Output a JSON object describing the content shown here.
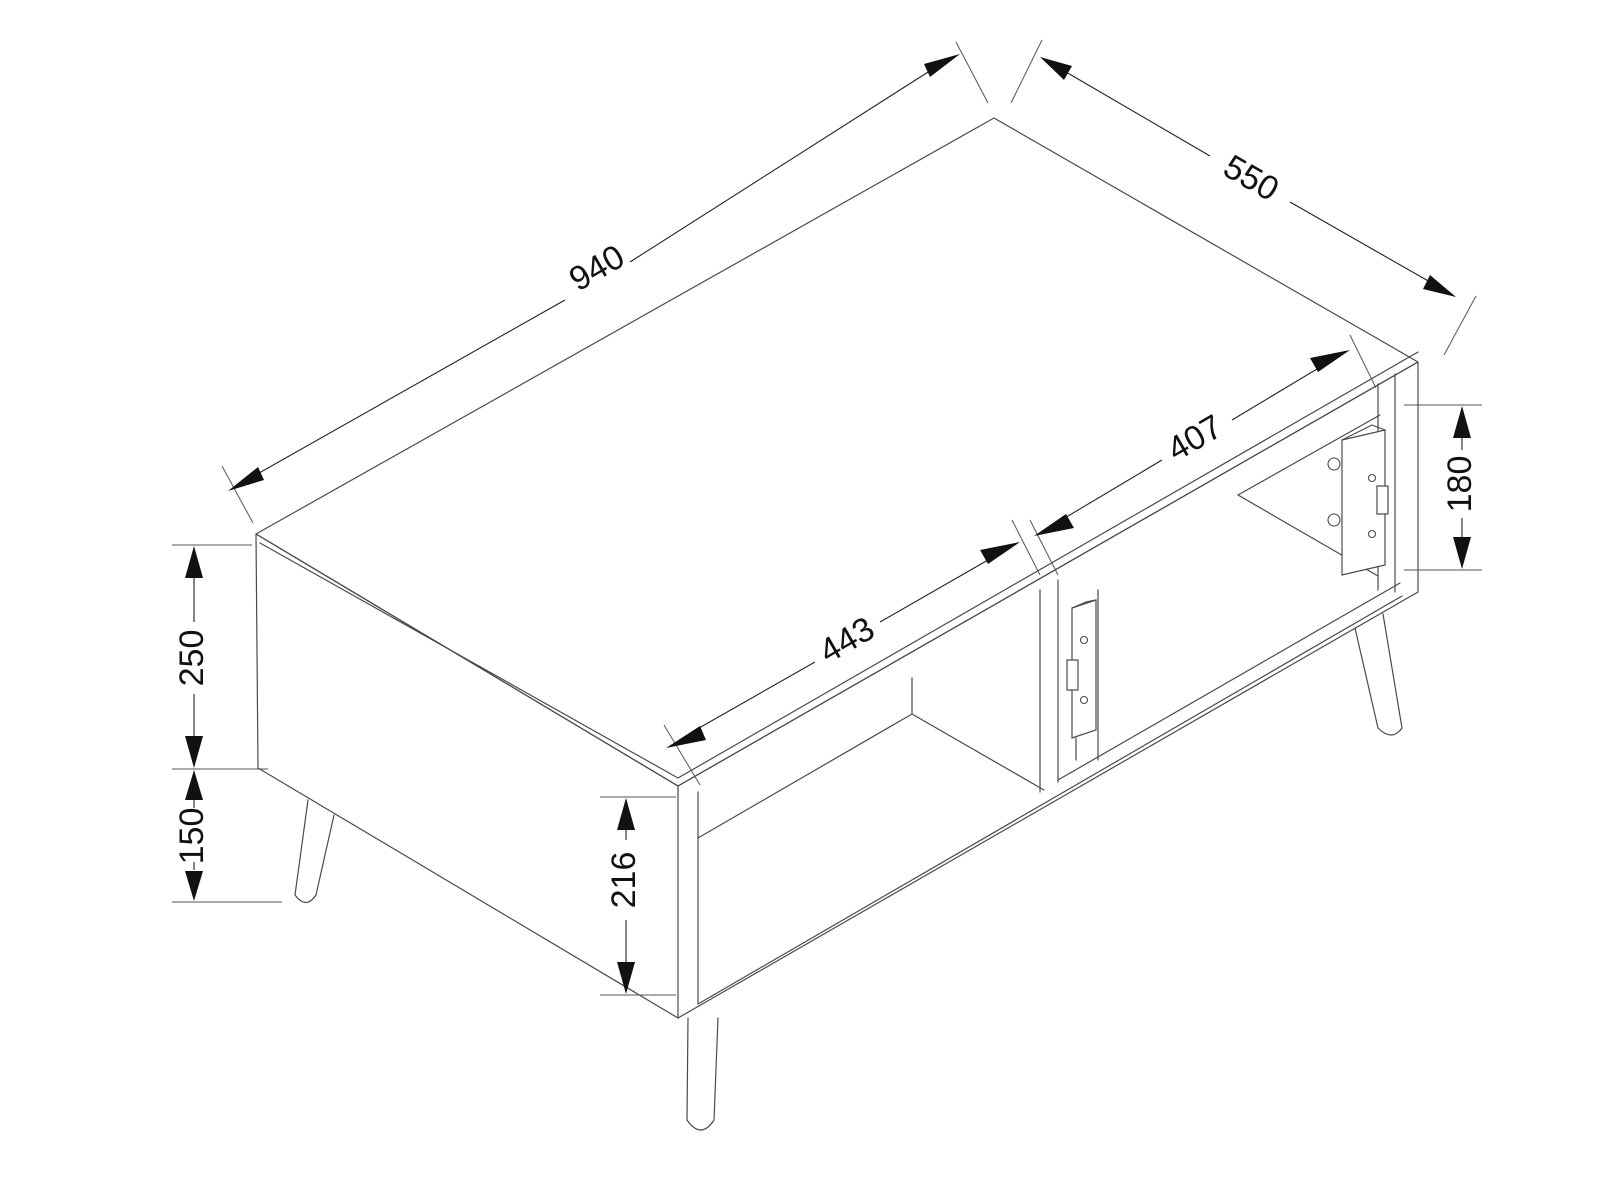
{
  "dimensions": {
    "length": "940",
    "depth": "550",
    "drawer_left": "443",
    "drawer_right": "407",
    "drawer_height": "180",
    "body_height": "250",
    "leg_height": "150",
    "opening_height": "216"
  }
}
